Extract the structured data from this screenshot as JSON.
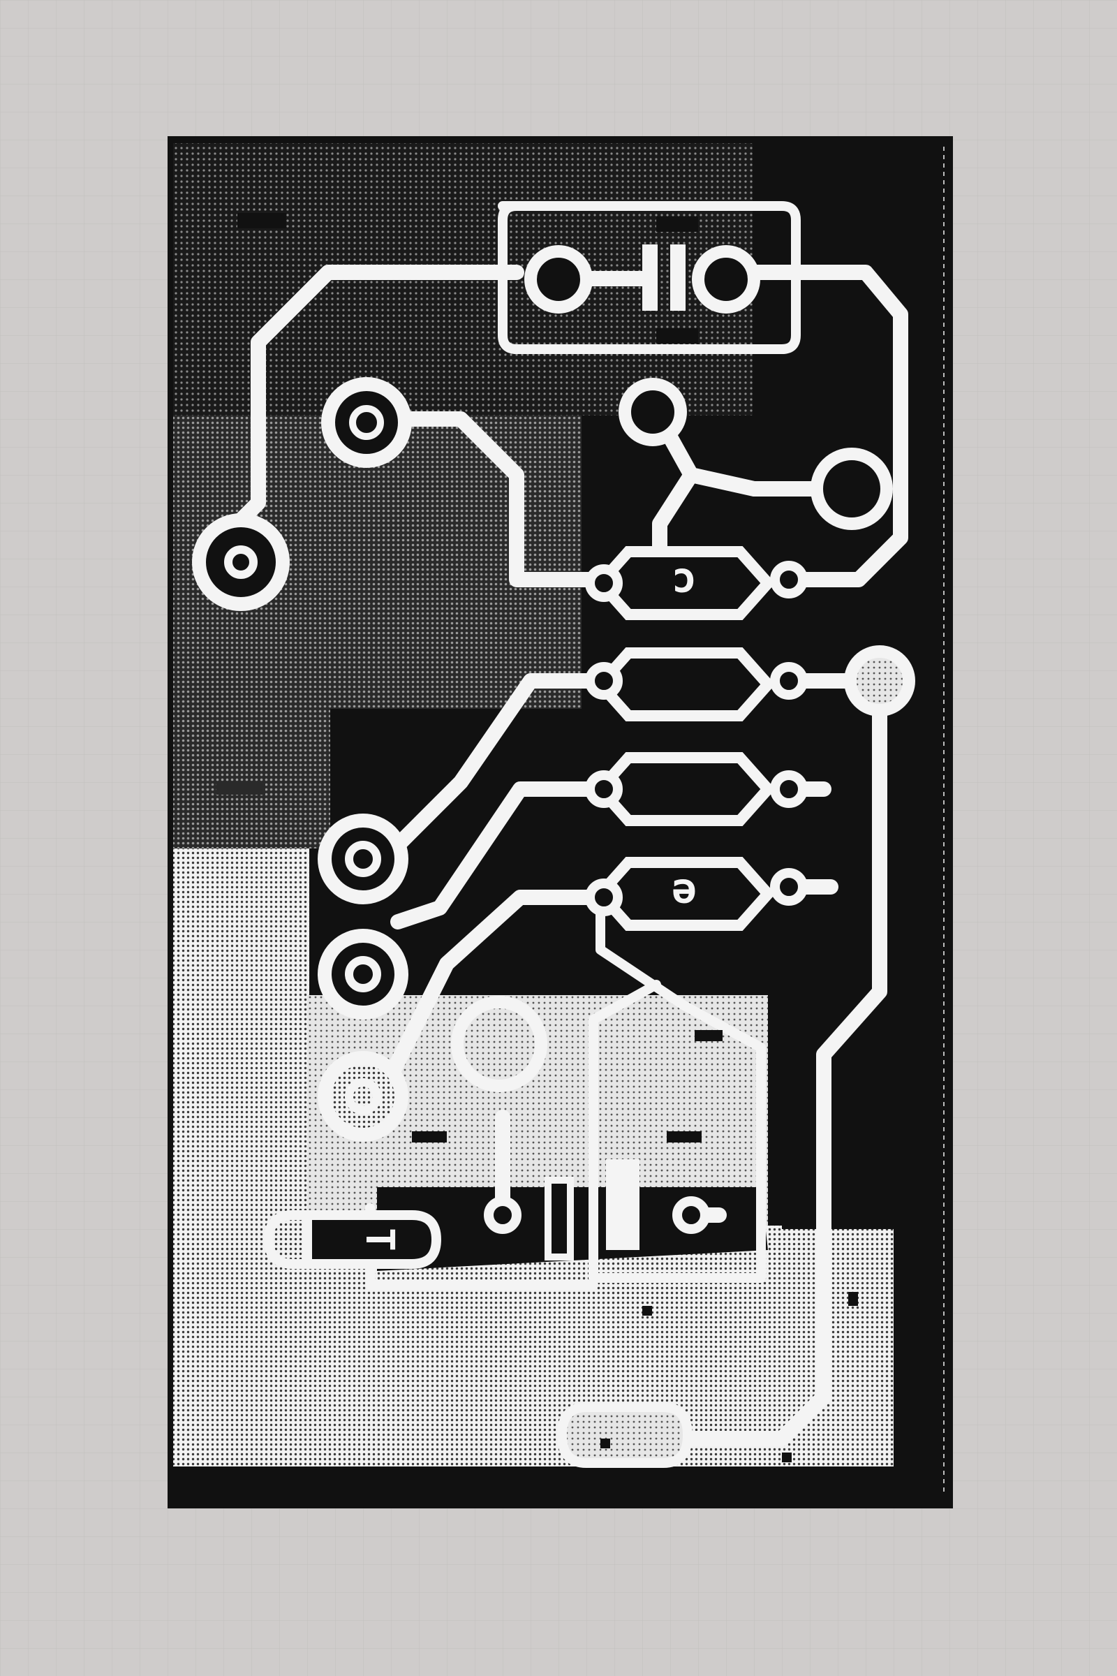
{
  "image": {
    "subject": "woven-circuit-board-patch",
    "background_color": "#cfcccb",
    "patch_color": "#111111",
    "trace_color": "#f4f4f4",
    "halftone_colors": [
      "#6a6a6a",
      "#aaaaaa"
    ]
  },
  "patch": {
    "pad_labels": [
      "c",
      "e",
      "T"
    ]
  }
}
